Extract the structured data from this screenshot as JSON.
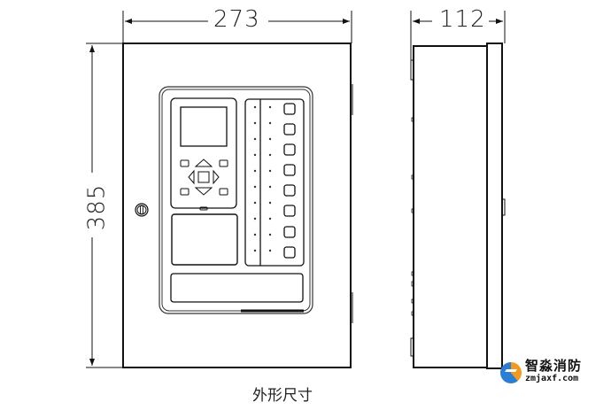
{
  "drawing": {
    "title": "外形尺寸",
    "units": "mm",
    "dimensions": {
      "width": "273",
      "height": "385",
      "depth": "112"
    },
    "views": [
      {
        "name": "front-view",
        "label": "Front view of fire control panel cabinet"
      },
      {
        "name": "side-view",
        "label": "Side view of fire control panel cabinet"
      }
    ],
    "front_panel": {
      "display_screens": 1,
      "nav_keys": [
        "up",
        "down",
        "left",
        "right",
        "center"
      ],
      "function_keys": 4,
      "indicator_rows": 10,
      "indicator_columns": 2,
      "channel_buttons": 8,
      "lock": "key-lock"
    }
  },
  "watermark": {
    "brand_cn": "智淼消防",
    "url": "zmjaxf.com",
    "colors": {
      "orange": "#f29a1f",
      "blue": "#2a7fd4"
    }
  },
  "colors": {
    "line": "#111111",
    "background": "#ffffff"
  }
}
